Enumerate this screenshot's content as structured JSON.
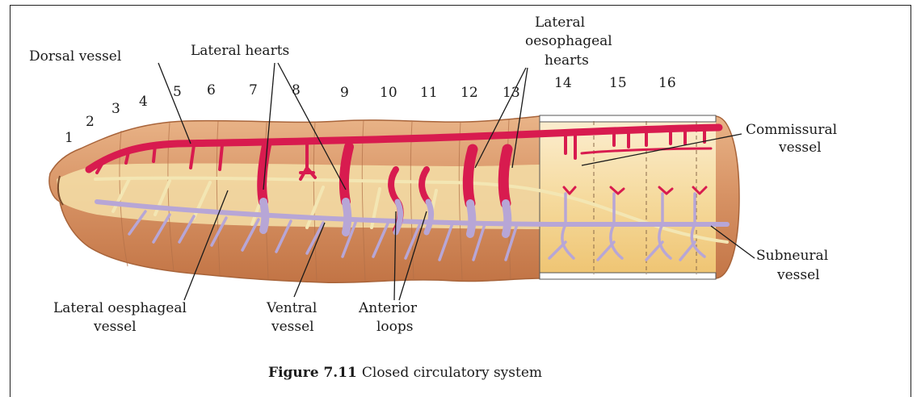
{
  "labels": {
    "dorsal_vessel": "Dorsal vessel",
    "lateral_hearts": "Lateral hearts",
    "lateral_oesophageal_hearts": [
      "Lateral",
      "oesophageal",
      "hearts"
    ],
    "commissural_vessel": [
      "Commissural",
      "vessel"
    ],
    "subneural_vessel": [
      "Subneural",
      "vessel"
    ],
    "lateral_oesphageal_vessel": [
      "Lateral oesphageal",
      "vessel"
    ],
    "ventral_vessel": [
      "Ventral",
      "vessel"
    ],
    "anterior_loops": [
      "Anterior",
      "loops"
    ]
  },
  "segments": [
    "1",
    "2",
    "3",
    "4",
    "5",
    "6",
    "7",
    "8",
    "9",
    "10",
    "11",
    "12",
    "13",
    "14",
    "15",
    "16"
  ],
  "caption": {
    "figure": "Figure 7.11",
    "text": "Closed circulatory system"
  },
  "colors": {
    "body": "#d9976a",
    "body_dark": "#b86c3f",
    "dorsal_vessel": "#d81b4f",
    "ventral_vessel": "#b7a6d6",
    "oesophageal_vessel": "#f3e6b3"
  }
}
